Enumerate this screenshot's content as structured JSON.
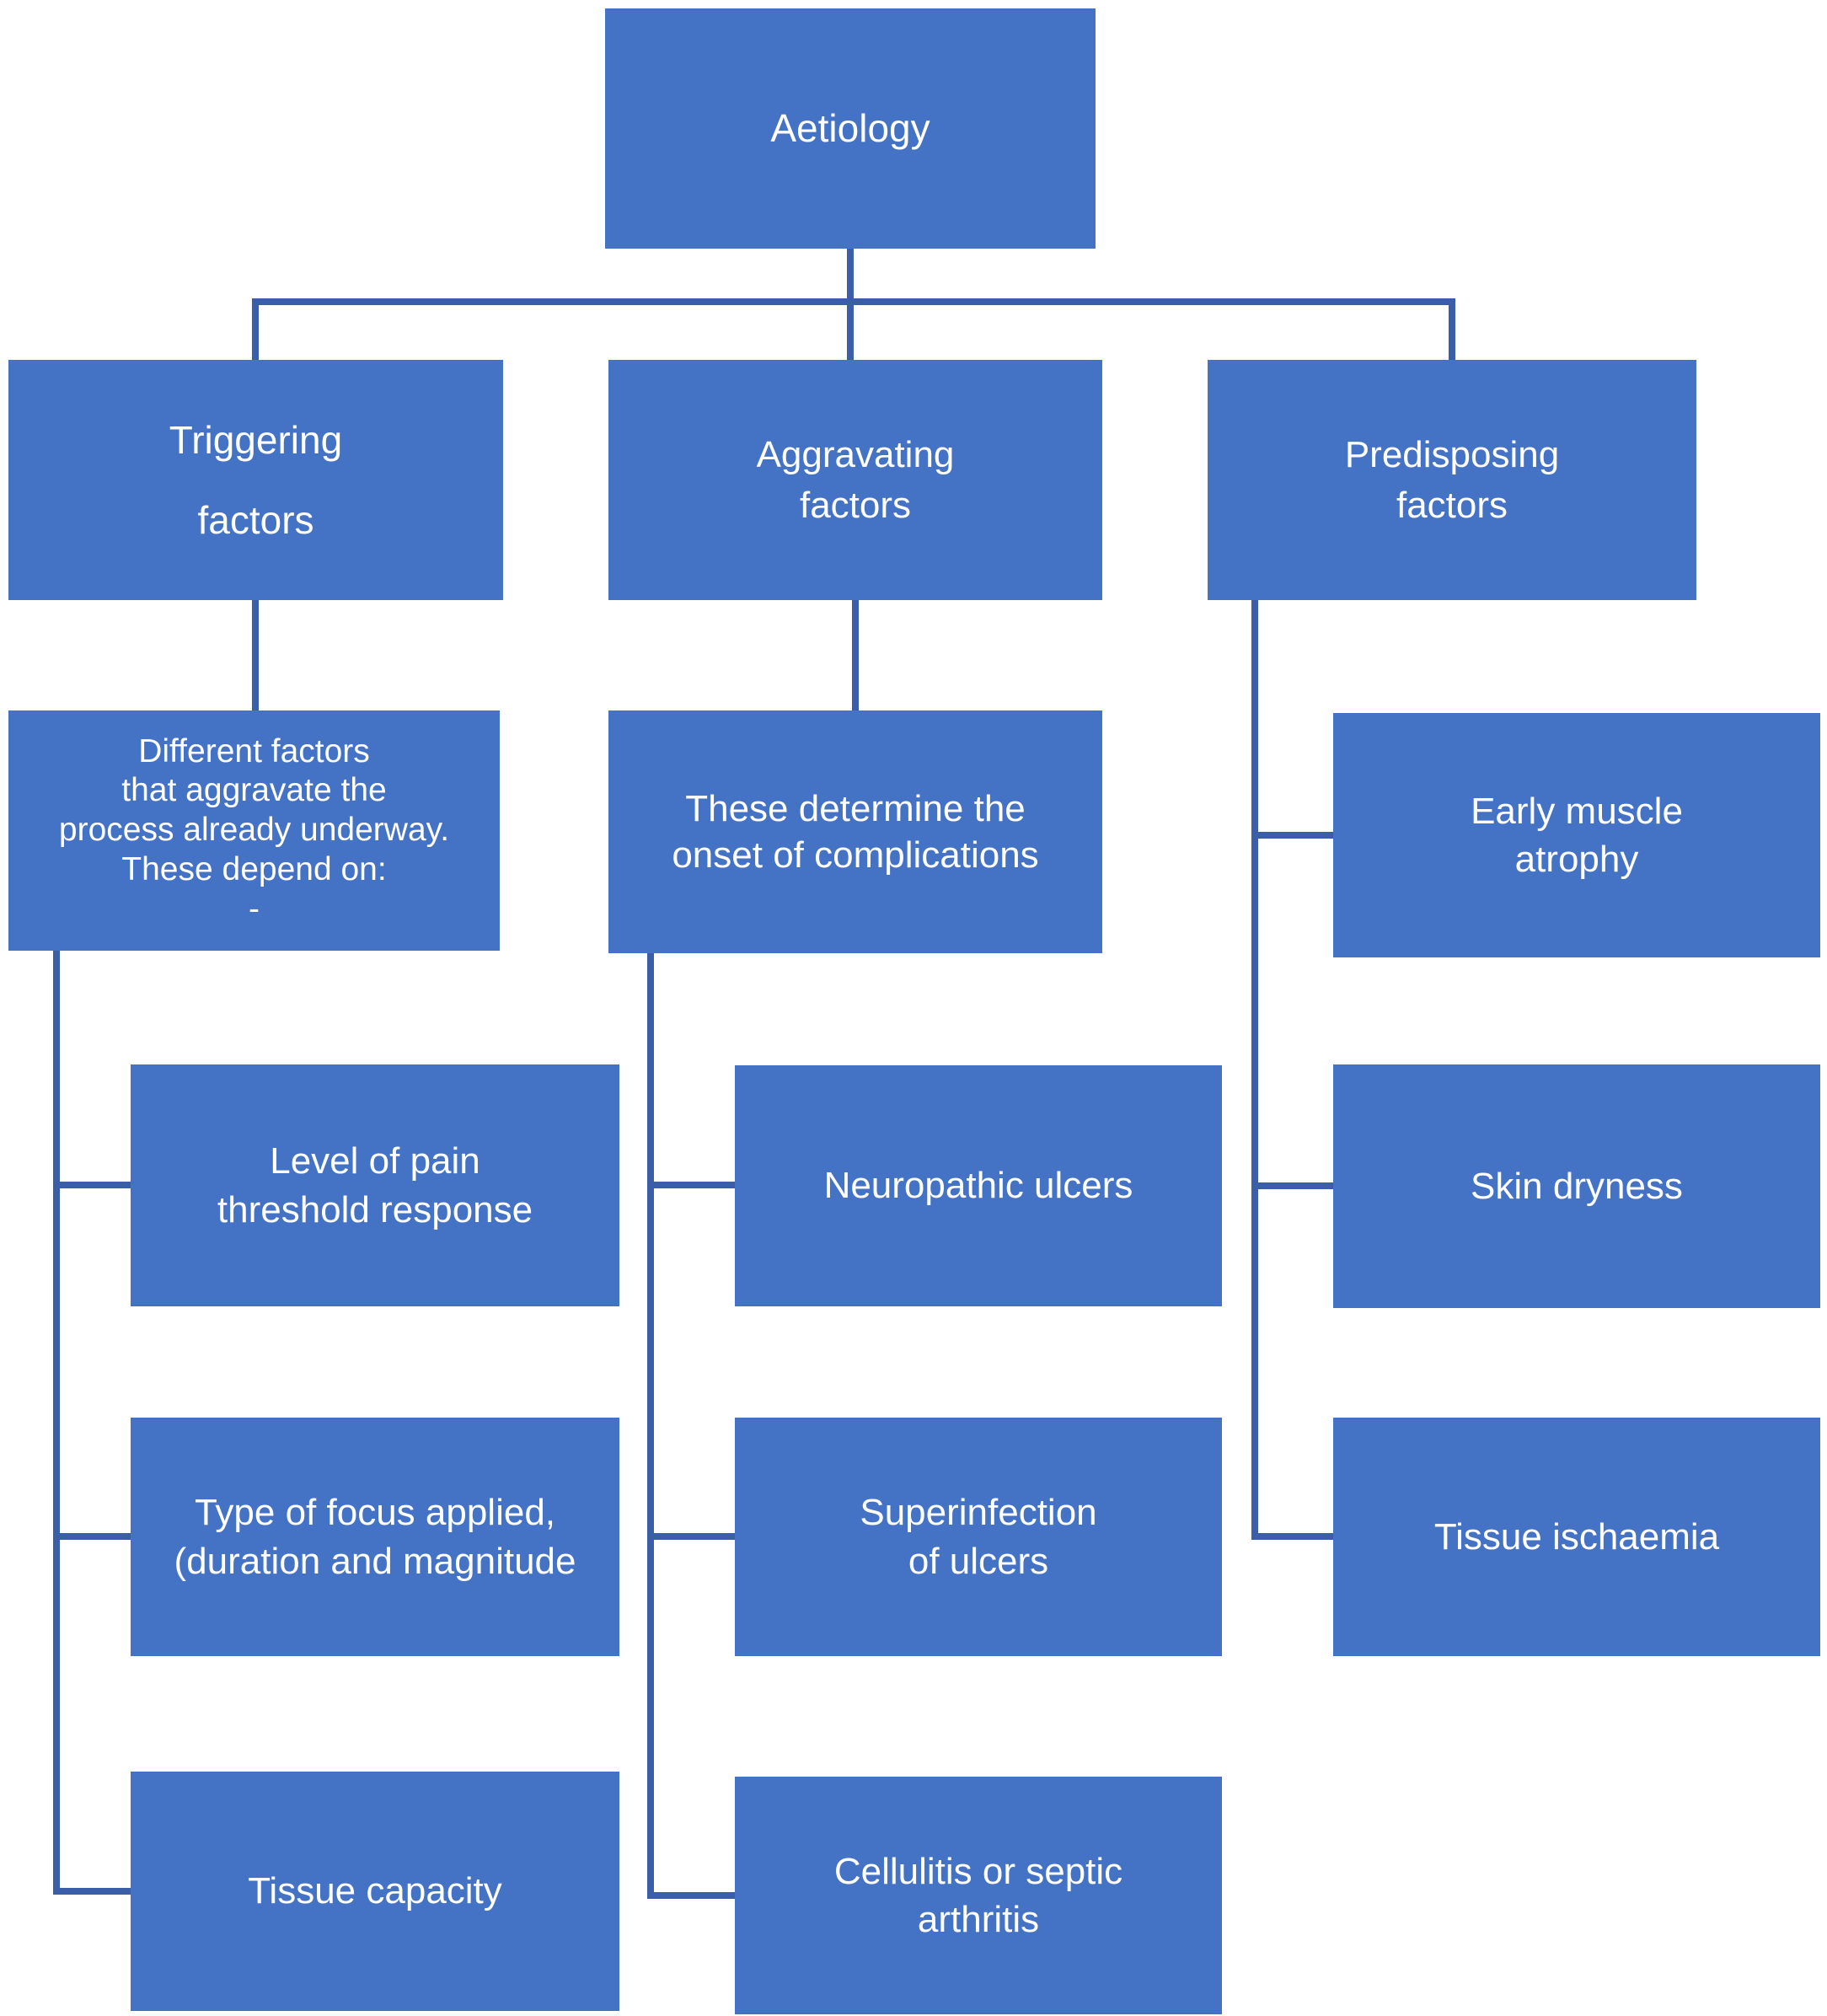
{
  "diagram_title": "Aetiology",
  "colors": {
    "box_fill": "#4472C4",
    "connector": "#3A5FA8",
    "text": "#FFFFFF",
    "background": "#FFFFFF"
  },
  "root": {
    "label": "Aetiology"
  },
  "columns": [
    {
      "header": "Triggering\nfactors",
      "description": "Different factors\nthat aggravate  the\nprocess already underway.\nThese depend on:\n-",
      "children": [
        "Level of pain\nthreshold response",
        "Type of focus applied,\n(duration and magnitude",
        "Tissue capacity"
      ]
    },
    {
      "header": "Aggravating\nfactors",
      "description": "These determine the\nonset of complications",
      "children": [
        "Neuropathic ulcers",
        "Superinfection\nof ulcers",
        "Cellulitis or septic\narthritis"
      ]
    },
    {
      "header": "Predisposing\nfactors",
      "children": [
        "Early muscle\natrophy",
        "Skin dryness",
        "Tissue ischaemia"
      ]
    }
  ]
}
